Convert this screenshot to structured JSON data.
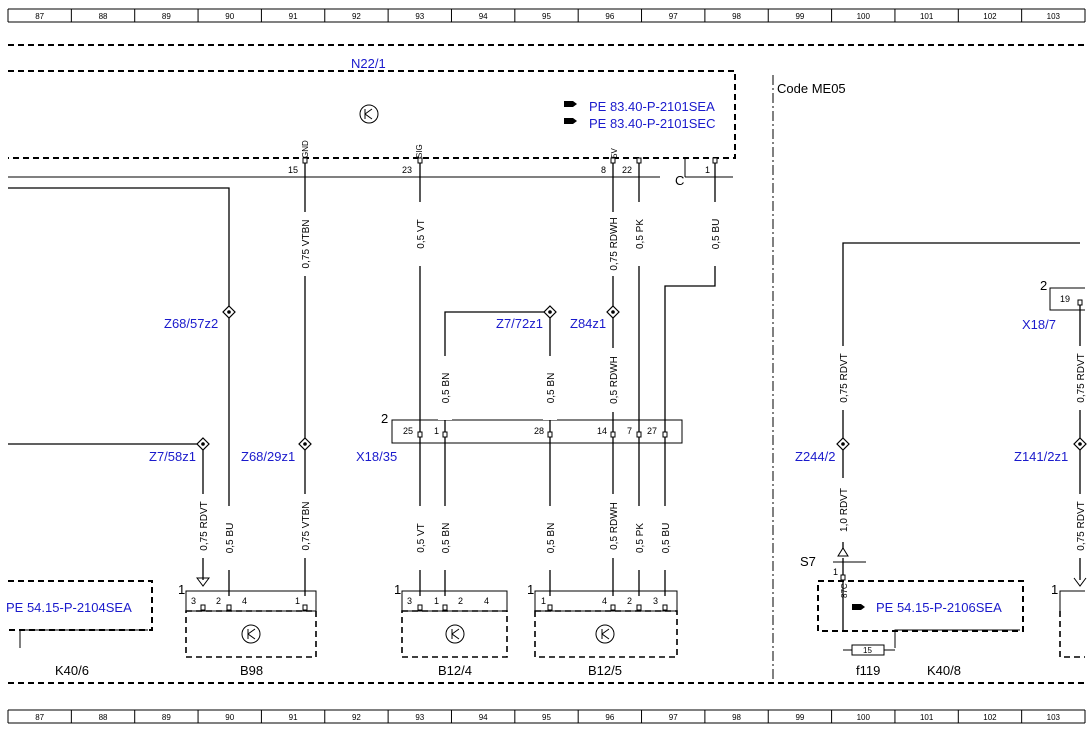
{
  "grid": {
    "columns": [
      "87",
      "88",
      "89",
      "90",
      "91",
      "92",
      "93",
      "94",
      "95",
      "96",
      "97",
      "98",
      "99",
      "100",
      "101",
      "102",
      "103"
    ]
  },
  "modules": {
    "n22_1": "N22/1",
    "n22_ref_1": "PE 83.40-P-2101SEA",
    "n22_ref_2": "PE 83.40-P-2101SEC",
    "code_me05": "Code ME05",
    "conn_c": "C"
  },
  "n22_pins": {
    "gnd": "GND",
    "sig": "SIG",
    "v5": "5V",
    "p15": "15",
    "p23": "23",
    "p8": "8",
    "p22": "22",
    "p1": "1"
  },
  "wires": {
    "w_vtbn_1": "0,75 VTBN",
    "w_vt_1": "0,5 VT",
    "w_rdwh_1": "0,75 RDWH",
    "w_pk_1": "0,5 PK",
    "w_bu_1": "0,5 BU",
    "w_bn_a": "0,5 BN",
    "w_bn_b": "0,5 BN",
    "w_rdwh_2": "0,5 RDWH",
    "w_rdvt_a": "0,75 RDVT",
    "w_bu_a": "0,5 BU",
    "w_vtbn_2": "0,75 VTBN",
    "w_vt_2": "0,5 VT",
    "w_bn_c": "0,5 BN",
    "w_bn_d": "0,5 BN",
    "w_rdwh_3": "0,5 RDWH",
    "w_pk_2": "0,5 PK",
    "w_bu_2": "0,5 BU",
    "w_rdvt_b": "0,75 RDVT",
    "w_rdvt_c": "1,0 RDVT",
    "w_rdvt_r1": "0,75 RDVT",
    "w_rdvt_r2": "0,75 RDVT"
  },
  "splices": {
    "z68_57z2": "Z68/57z2",
    "z7_72z1": "Z7/72z1",
    "z84z1": "Z84z1",
    "z7_58z1": "Z7/58z1",
    "z68_29z1": "Z68/29z1",
    "z244_2": "Z244/2",
    "z141_2z1": "Z141/2z1"
  },
  "x18_35": {
    "label": "X18/35",
    "num": "2",
    "p25": "25",
    "p1": "1",
    "p28": "28",
    "p14": "14",
    "p7": "7",
    "p27": "27"
  },
  "x18_7": {
    "label": "X18/7",
    "num": "2",
    "p19": "19"
  },
  "components": {
    "k40_6": "K40/6",
    "k40_6_ref": "PE 54.15-P-2104SEA",
    "b98": "B98",
    "b98_num": "1",
    "b98_p3": "3",
    "b98_p2": "2",
    "b98_p4": "4",
    "b98_p1": "1",
    "b12_4": "B12/4",
    "b12_4_num": "1",
    "b12_4_p3": "3",
    "b12_4_p1": "1",
    "b12_4_p2": "2",
    "b12_4_p4": "4",
    "b12_5": "B12/5",
    "b12_5_num": "1",
    "b12_5_p1": "1",
    "b12_5_p4": "4",
    "b12_5_p2": "2",
    "b12_5_p3": "3",
    "k40_8": "K40/8",
    "k40_8_ref": "PE 54.15-P-2106SEA",
    "s7": "S7",
    "f119": "f119",
    "f119_val": "15",
    "k40_8_p1": "1",
    "k40_8_p87c": "87C",
    "right_num": "1"
  }
}
